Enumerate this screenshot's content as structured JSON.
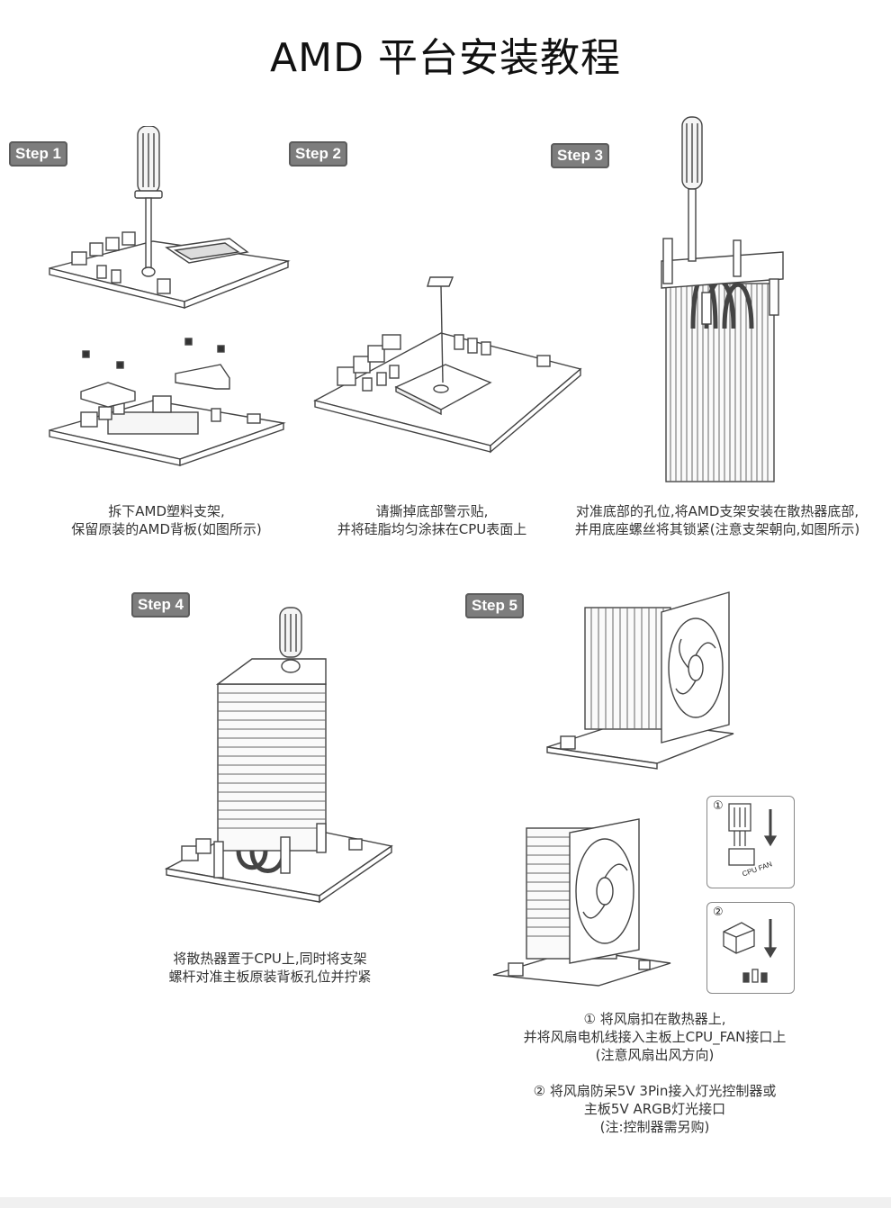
{
  "title": "AMD 平台安装教程",
  "steps": [
    {
      "badge": "Step 1",
      "lines": [
        "拆下AMD塑料支架,",
        "保留原装的AMD背板(如图所示)"
      ]
    },
    {
      "badge": "Step 2",
      "lines": [
        "请撕掉底部警示贴,",
        "并将硅脂均匀涂抹在CPU表面上"
      ]
    },
    {
      "badge": "Step 3",
      "lines": [
        "对准底部的孔位,将AMD支架安装在散热器底部,",
        "并用底座螺丝将其锁紧(注意支架朝向,如图所示)"
      ]
    },
    {
      "badge": "Step 4",
      "lines": [
        "将散热器置于CPU上,同时将支架",
        "螺杆对准主板原装背板孔位并拧紧"
      ]
    },
    {
      "badge": "Step 5",
      "lines": [
        "① 将风扇扣在散热器上,",
        "并将风扇电机线接入主板上CPU_FAN接口上",
        "(注意风扇出风方向)",
        "",
        "② 将风扇防呆5V 3Pin接入灯光控制器或",
        "主板5V ARGB灯光接口",
        "(注:控制器需另购)"
      ]
    }
  ],
  "connectors": [
    {
      "number": "①",
      "label": "CPU FAN"
    },
    {
      "number": "②",
      "label": ""
    }
  ]
}
